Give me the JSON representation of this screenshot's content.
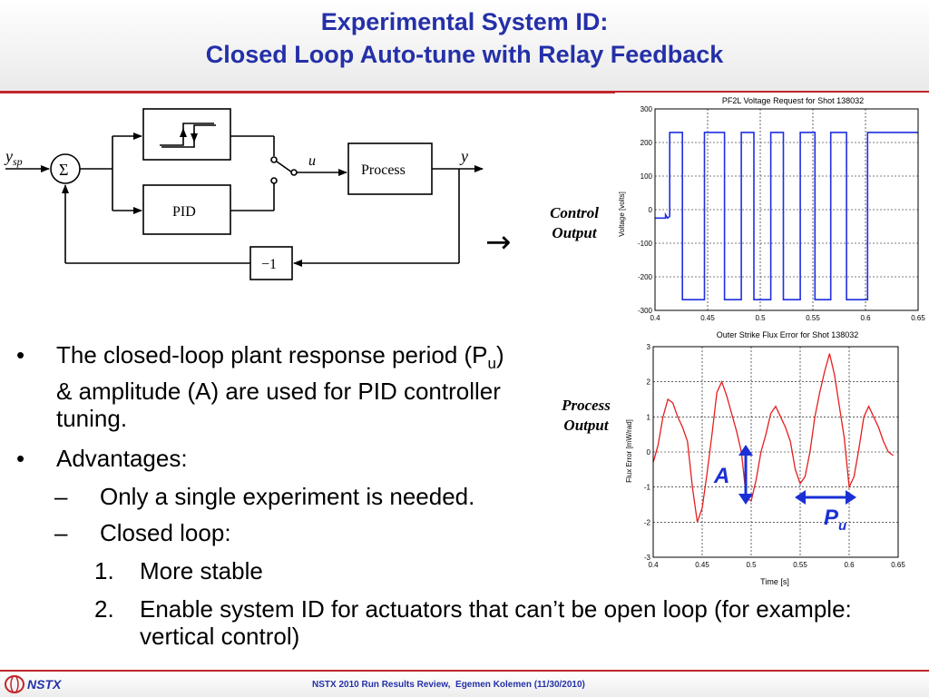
{
  "slide": {
    "title_line1": "Experimental System ID:",
    "title_line2": "Closed Loop Auto-tune with Relay Feedback",
    "arrow_glyph": "→",
    "control_label_line1": "Control",
    "control_label_line2": "Output",
    "process_label_line1": "Process",
    "process_label_line2": "Output"
  },
  "diagram": {
    "setpoint": "y",
    "setpoint_sub": "sp",
    "sum_symbol": "Σ",
    "relay_label": "",
    "pid_label": "PID",
    "switch_output": "u",
    "process_label": "Process",
    "output_label": "y",
    "feedback_gain": "−1"
  },
  "bullets": {
    "b1_mark": "•",
    "b1_part1": "The closed-loop plant response period (P",
    "b1_sub": "u",
    "b1_part2": ") & amplitude (A) are used for PID controller tuning.",
    "b2_mark": "•",
    "b2_text": "Advantages:",
    "dash1_mark": "–",
    "dash1_text": "Only a single experiment is needed.",
    "dash2_mark": "–",
    "dash2_text": "Closed loop:",
    "num1_mark": "1.",
    "num1_text": "More stable",
    "num2_mark": "2.",
    "num2_text": "Enable system ID for actuators that can’t be open loop (for example: vertical control)"
  },
  "annotations": {
    "amplitude_label": "A",
    "period_label": "P",
    "period_sub": "u",
    "annotation_color": "#1a2fd6"
  },
  "footer": {
    "logo_text": "NSTX",
    "text": "NSTX 2010 Run Results Review,  Egemen Kolemen (11/30/2010)"
  },
  "colors": {
    "title": "#2430a8",
    "rule": "#c0262c",
    "control_trace": "#1f2fe0",
    "process_trace": "#e41e1e"
  },
  "chart_data": [
    {
      "type": "line",
      "title": "PF2L Voltage Request for Shot 138032",
      "xlabel": "",
      "ylabel": "Voltage [volts]",
      "xlim": [
        0.4,
        0.65
      ],
      "ylim": [
        -300,
        300
      ],
      "x_ticks": [
        0.4,
        0.45,
        0.5,
        0.55,
        0.6,
        0.65
      ],
      "x_tick_labels": [
        "0.4",
        "0.45",
        "0.5",
        "0.55",
        "0.6",
        "0.65"
      ],
      "y_ticks": [
        -300,
        -200,
        -100,
        0,
        100,
        200,
        300
      ],
      "y_tick_labels": [
        "-300",
        "-200",
        "-100",
        "0",
        "100",
        "200",
        "300"
      ],
      "grid": true,
      "series": [
        {
          "color": "#1f2fe0",
          "x": [
            0.4,
            0.41,
            0.41,
            0.412,
            0.414,
            0.414,
            0.424,
            0.426,
            0.426,
            0.445,
            0.447,
            0.447,
            0.464,
            0.466,
            0.466,
            0.48,
            0.482,
            0.482,
            0.492,
            0.494,
            0.494,
            0.508,
            0.51,
            0.51,
            0.52,
            0.522,
            0.522,
            0.536,
            0.538,
            0.538,
            0.55,
            0.552,
            0.552,
            0.565,
            0.567,
            0.567,
            0.58,
            0.582,
            0.582,
            0.6,
            0.602,
            0.602,
            0.618,
            0.62,
            0.62,
            0.65
          ],
          "y": [
            -25,
            -25,
            -15,
            -25,
            -20,
            230,
            230,
            230,
            -268,
            -268,
            -268,
            230,
            230,
            230,
            -268,
            -268,
            -268,
            230,
            230,
            230,
            -268,
            -268,
            -268,
            230,
            230,
            230,
            -268,
            -268,
            -268,
            230,
            230,
            230,
            -268,
            -268,
            -268,
            230,
            230,
            230,
            -268,
            -268,
            -268,
            230,
            230,
            230,
            230,
            230
          ]
        }
      ]
    },
    {
      "type": "line",
      "title": "Outer Strike Flux Error for Shot 138032",
      "xlabel": "Time [s]",
      "ylabel": "Flux Error [mW/rad]",
      "xlim": [
        0.4,
        0.65
      ],
      "ylim": [
        -3,
        3
      ],
      "x_ticks": [
        0.4,
        0.45,
        0.5,
        0.55,
        0.6,
        0.65
      ],
      "x_tick_labels": [
        "0.4",
        "0.45",
        "0.5",
        "0.55",
        "0.6",
        "0.65"
      ],
      "y_ticks": [
        -3,
        -2,
        -1,
        0,
        1,
        2,
        3
      ],
      "y_tick_labels": [
        "-3",
        "-2",
        "-1",
        "0",
        "1",
        "2",
        "3"
      ],
      "grid": true,
      "series": [
        {
          "color": "#e41e1e",
          "x": [
            0.4,
            0.405,
            0.41,
            0.415,
            0.42,
            0.425,
            0.43,
            0.435,
            0.44,
            0.445,
            0.45,
            0.455,
            0.46,
            0.465,
            0.47,
            0.475,
            0.48,
            0.485,
            0.49,
            0.495,
            0.5,
            0.505,
            0.51,
            0.515,
            0.52,
            0.525,
            0.53,
            0.535,
            0.54,
            0.545,
            0.55,
            0.555,
            0.56,
            0.565,
            0.57,
            0.575,
            0.58,
            0.585,
            0.59,
            0.595,
            0.6,
            0.605,
            0.61,
            0.615,
            0.62,
            0.625,
            0.63,
            0.635,
            0.64,
            0.645
          ],
          "y": [
            -0.3,
            0.2,
            1.0,
            1.5,
            1.4,
            1.0,
            0.7,
            0.3,
            -1.0,
            -2.0,
            -1.6,
            -0.6,
            0.5,
            1.7,
            2.0,
            1.6,
            1.1,
            0.6,
            0.0,
            -1.3,
            -1.4,
            -0.8,
            0.0,
            0.5,
            1.1,
            1.3,
            1.0,
            0.7,
            0.3,
            -0.5,
            -0.9,
            -0.7,
            0.0,
            1.0,
            1.7,
            2.3,
            2.8,
            2.2,
            1.3,
            0.4,
            -1.0,
            -0.7,
            0.1,
            1.0,
            1.3,
            1.0,
            0.7,
            0.3,
            0.0,
            -0.1
          ]
        }
      ]
    }
  ]
}
